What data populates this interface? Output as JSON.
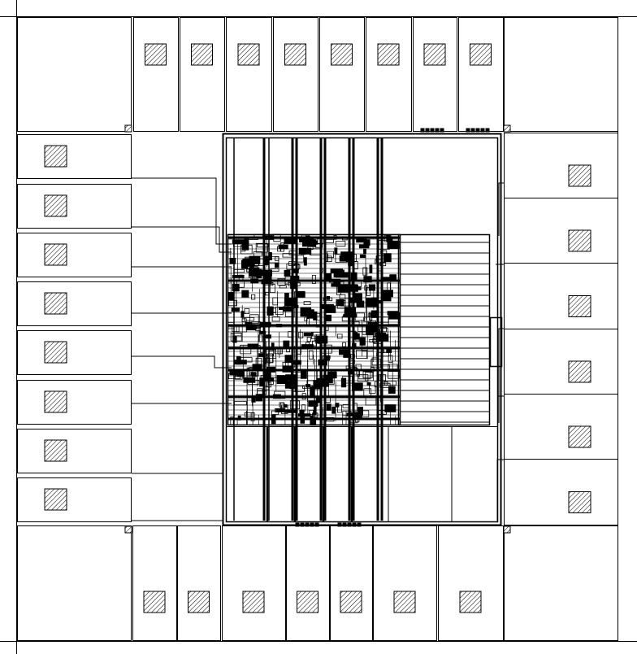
{
  "colors": {
    "background": "#ffffff",
    "stroke": "#000000",
    "hatch": "#000000"
  },
  "icons": {
    "bond_pad": "hatched-square-icon",
    "corner_mark": "hatched-corner-icon"
  },
  "pads": {
    "top_count": 8,
    "bottom_count": 7,
    "left_count": 8,
    "right_count": 6
  }
}
